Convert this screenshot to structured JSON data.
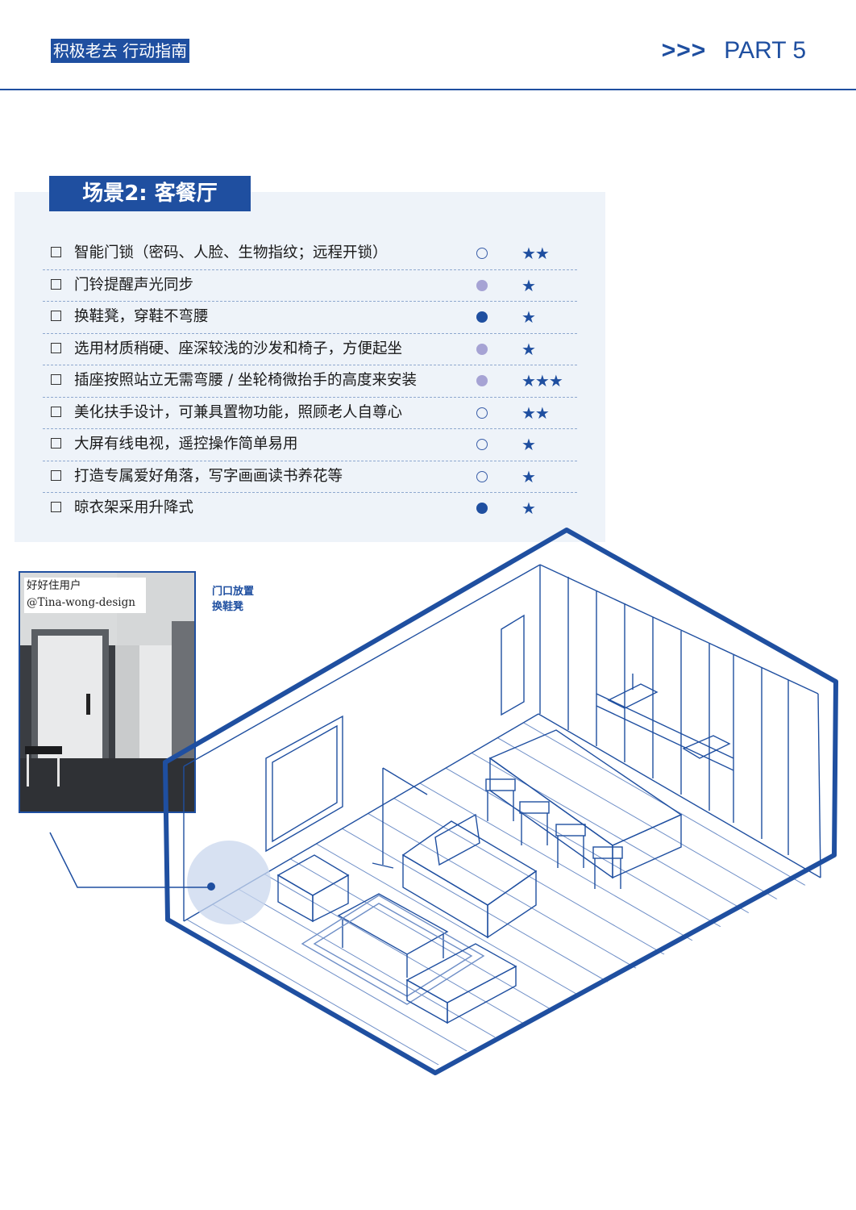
{
  "header": {
    "tag": "积极老去 行动指南",
    "arrows": ">>>",
    "part": "PART 5"
  },
  "panel": {
    "title": "场景2: 客餐厅",
    "items": [
      {
        "text": "智能门锁（密码、人脸、生物指纹；远程开锁）",
        "dot": "empty",
        "stars": "★★"
      },
      {
        "text": "门铃提醒声光同步",
        "dot": "mid",
        "stars": "★"
      },
      {
        "text": "换鞋凳，穿鞋不弯腰",
        "dot": "full",
        "stars": "★"
      },
      {
        "text": "选用材质稍硬、座深较浅的沙发和椅子，方便起坐",
        "dot": "mid",
        "stars": "★"
      },
      {
        "text": "插座按照站立无需弯腰 / 坐轮椅微抬手的高度来安装",
        "dot": "mid",
        "stars": "★★★"
      },
      {
        "text": "美化扶手设计，可兼具置物功能，照顾老人自尊心",
        "dot": "empty",
        "stars": "★★"
      },
      {
        "text": "大屏有线电视，遥控操作简单易用",
        "dot": "empty",
        "stars": "★"
      },
      {
        "text": "打造专属爱好角落，写字画画读书养花等",
        "dot": "empty",
        "stars": "★"
      },
      {
        "text": "晾衣架采用升降式",
        "dot": "full",
        "stars": "★"
      }
    ]
  },
  "photo": {
    "caption_line1": "好好住用户",
    "caption_line2": "@Tina-wong-design"
  },
  "callout": {
    "line1": "门口放置",
    "line2": "换鞋凳"
  },
  "colors": {
    "brand_blue": "#1f4fa0",
    "panel_bg": "#eef3f9",
    "dot_mid": "#a6a3d4"
  }
}
